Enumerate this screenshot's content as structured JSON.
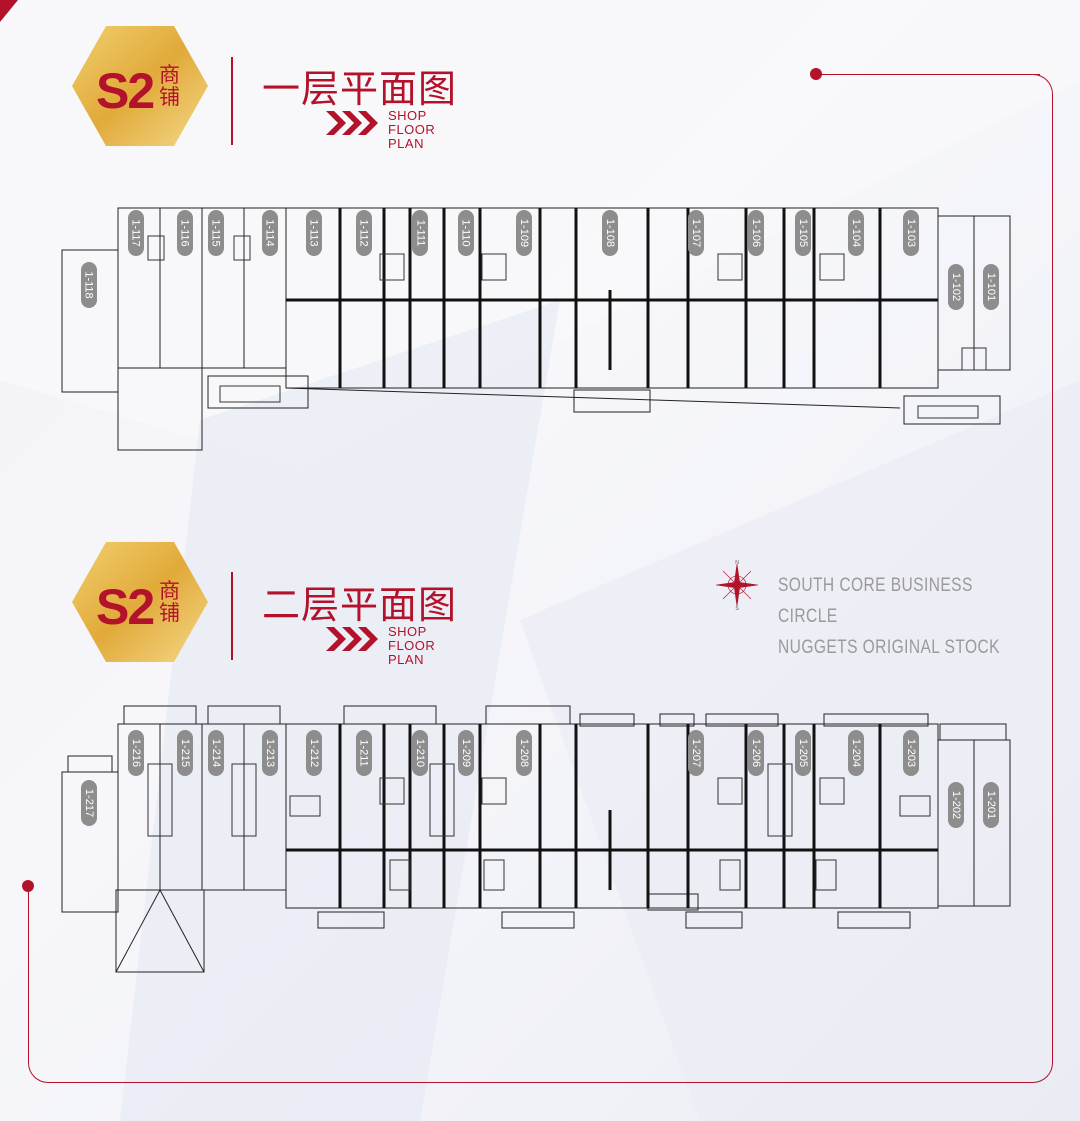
{
  "colors": {
    "brand": "#b3122b",
    "gold": "#e6b84a",
    "label_bg": "#8d8d8d",
    "tagline": "#9a9a9a"
  },
  "floor1": {
    "badge_code": "S2",
    "badge_chars": "商铺",
    "title": "一层平面图",
    "sub_line1": "SHOP FLOOR",
    "sub_line2": "PLAN",
    "units": [
      "1-117",
      "1-116",
      "1-115",
      "1-114",
      "1-113",
      "1-112",
      "1-111",
      "1-110",
      "1-109",
      "1-108",
      "1-107",
      "1-106",
      "1-105",
      "1-104",
      "1-103",
      "1-102",
      "1-101",
      "1-118"
    ]
  },
  "floor2": {
    "badge_code": "S2",
    "badge_chars": "商铺",
    "title": "二层平面图",
    "sub_line1": "SHOP FLOOR",
    "sub_line2": "PLAN",
    "units": [
      "1-216",
      "1-215",
      "1-214",
      "1-213",
      "1-212",
      "1-211",
      "1-210",
      "1-209",
      "1-208",
      "1-207",
      "1-206",
      "1-205",
      "1-204",
      "1-203",
      "1-202",
      "1-201",
      "1-217"
    ]
  },
  "compass_letters": {
    "n": "N",
    "s": "S"
  },
  "tagline": {
    "line1": "SOUTH CORE BUSINESS CIRCLE",
    "line2": "NUGGETS ORIGINAL STOCK"
  }
}
